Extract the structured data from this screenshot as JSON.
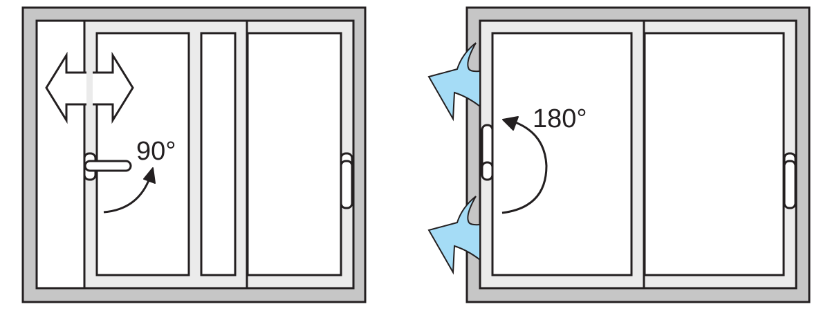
{
  "diagrams": [
    {
      "id": "left",
      "angle_label": "90°",
      "description": "tilt-and-slide window with handle rotated 90 degrees",
      "arrows": "double-horizontal-outline"
    },
    {
      "id": "right",
      "angle_label": "180°",
      "description": "lift-and-slide window with handle rotated 180 degrees",
      "arrows": "blue-outward-arrows"
    }
  ],
  "colors": {
    "outer_frame": "#c6c6c6",
    "sash_frame": "#ebebeb",
    "glass": "#ffffff",
    "stroke": "#231f20",
    "blue_arrow": "#a5dcf6"
  }
}
